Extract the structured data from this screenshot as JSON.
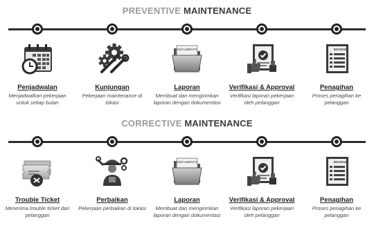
{
  "sections": [
    {
      "heading_light": "PREVENTIVE",
      "heading_bold": "MAINTENANCE",
      "steps": [
        {
          "icon": "calendar-clock-icon",
          "title": "Penjadwalan",
          "description": "Menjadwalkan pekerjaan untuk setiap bulan"
        },
        {
          "icon": "gears-tools-icon",
          "title": "Kunjungan",
          "description": "Pekerjaan maintenance di lokasi"
        },
        {
          "icon": "documents-folder-icon",
          "title": "Laporan",
          "description": "Membuat dan mengirimkan laporan dengan dokumentasi"
        },
        {
          "icon": "approval-stamp-icon",
          "title": "Verifikasi & Approval",
          "description": "Verifikasi laporan pekerjaan oleh pelanggan"
        },
        {
          "icon": "invoice-icon",
          "title": "Penagihan",
          "description": "Proses penagihan ke pelanggan"
        }
      ]
    },
    {
      "heading_light": "CORRECTIVE",
      "heading_bold": "MAINTENANCE",
      "steps": [
        {
          "icon": "trouble-ticket-icon",
          "title": "Trouble Ticket",
          "description": "Menerima trouble ticket dari pelanggan"
        },
        {
          "icon": "technician-icon",
          "title": "Perbaikan",
          "description": "Pekerjaan perbaikan di lokasi"
        },
        {
          "icon": "documents-folder-icon",
          "title": "Laporan",
          "description": "Membuat dan mengirimkan laporan dengan dokumentasi"
        },
        {
          "icon": "approval-stamp-icon",
          "title": "Verifikasi & Approval",
          "description": "Verifikasi laporan pekerjaan oleh pelanggan"
        },
        {
          "icon": "invoice-icon",
          "title": "Penagihan",
          "description": "Proses penagihan ke pelanggan"
        }
      ]
    }
  ],
  "labels": {
    "documents": "DOCUMENTS",
    "invoice": "INVOICE"
  }
}
